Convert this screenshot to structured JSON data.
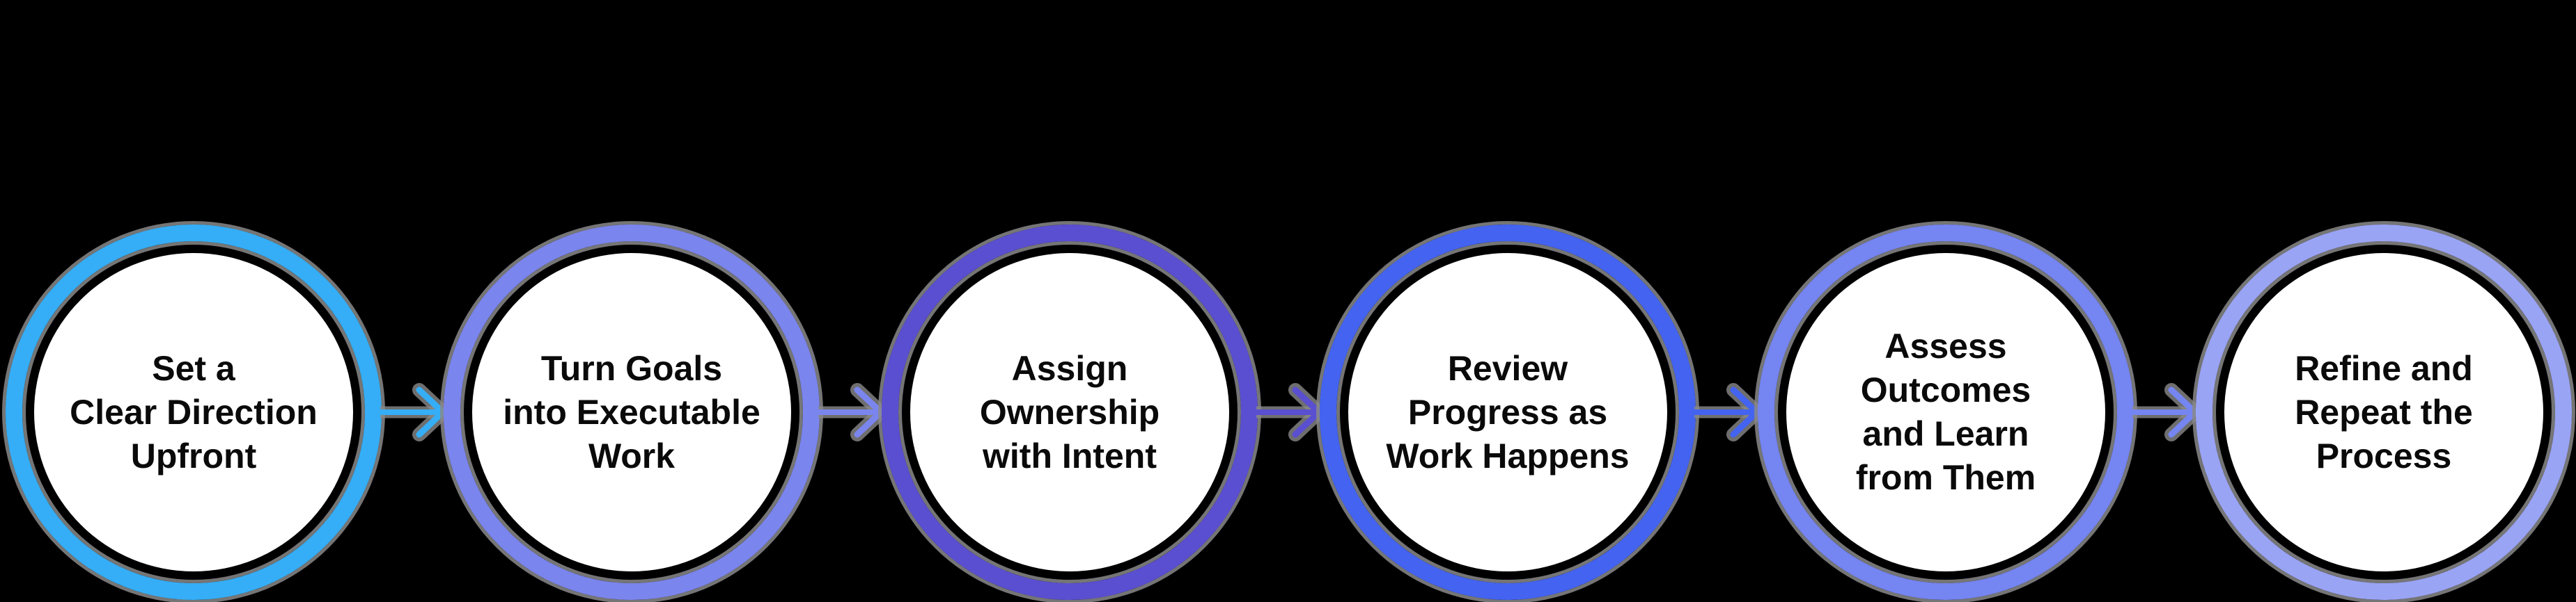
{
  "diagram": {
    "type": "process-flow",
    "background_color": "#000000",
    "outline_color": "#8a8a8a",
    "text_color": "#0a0a0a",
    "steps": [
      {
        "label": "Set a Clear Direction Upfront",
        "lines": [
          "Set a",
          "Clear Direction",
          "Upfront"
        ],
        "color": "#35AEF7"
      },
      {
        "label": "Turn Goals into Executable Work",
        "lines": [
          "Turn Goals",
          "into Executable",
          "Work"
        ],
        "color": "#7B85EE"
      },
      {
        "label": "Assign Ownership with Intent",
        "lines": [
          "Assign",
          "Ownership",
          "with Intent"
        ],
        "color": "#5A4FD0"
      },
      {
        "label": "Review Progress as Work Happens",
        "lines": [
          "Review",
          "Progress as",
          "Work Happens"
        ],
        "color": "#4363F0"
      },
      {
        "label": "Assess Outcomes and Learn from Them",
        "lines": [
          "Assess",
          "Outcomes",
          "and Learn",
          "from Them"
        ],
        "color": "#7585F1"
      },
      {
        "label": "Refine and Repeat the Process",
        "lines": [
          "Refine and",
          "Repeat the",
          "Process"
        ],
        "color": "#9AA4F5"
      }
    ],
    "connectors": [
      {
        "from": 1,
        "to": 2,
        "direction": "right",
        "color": "#35AEF7"
      },
      {
        "from": 2,
        "to": 3,
        "direction": "right",
        "color": "#7B85EE"
      },
      {
        "from": 3,
        "to": 4,
        "direction": "right",
        "color": "#5A4FD0"
      },
      {
        "from": 4,
        "to": 5,
        "direction": "right",
        "color": "#4363F0"
      },
      {
        "from": 5,
        "to": 6,
        "direction": "right",
        "color": "#7585F1"
      }
    ]
  }
}
